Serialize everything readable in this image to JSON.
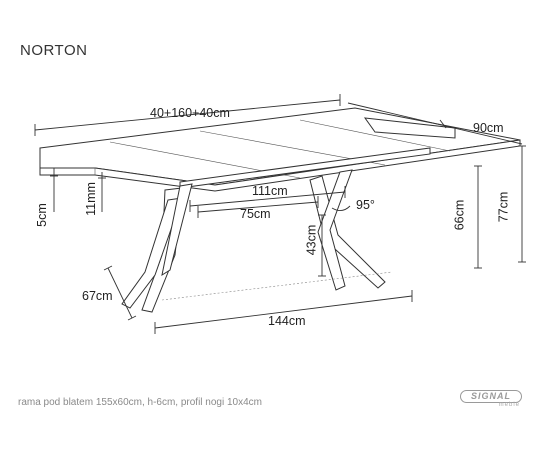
{
  "product": {
    "name": "NORTON"
  },
  "dimensions": {
    "length_extended": "40+160+40cm",
    "width": "90cm",
    "top_thickness": "5cm",
    "edge_thickness": "11mm",
    "frame_length": "111cm",
    "leg_angle": "95°",
    "leg_spread": "75cm",
    "clearance": "43cm",
    "frame_height": "66cm",
    "total_height": "77cm",
    "base_depth": "67cm",
    "base_length": "144cm"
  },
  "footnote": "rama pod blatem 155x60cm, h-6cm, profil nogi 10x4cm",
  "brand": {
    "logo_text": "SIGNAL",
    "logo_sub": "meble"
  }
}
